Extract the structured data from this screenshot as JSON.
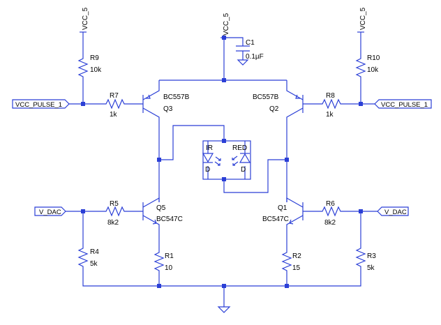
{
  "colors": {
    "wire": "#2b3fd6",
    "text": "#000000",
    "background": "#ffffff"
  },
  "supplies": {
    "vcc_left": "VCC_5",
    "vcc_center": "VCC_5",
    "vcc_right": "VCC_5"
  },
  "flags": {
    "pulse_left": "VCC_PULSE_1",
    "pulse_right": "VCC_PULSE_1",
    "dac_left": "V_DAC",
    "dac_right": "V_DAC"
  },
  "capacitor": {
    "ref": "C1",
    "value": "0.1µF"
  },
  "resistors": {
    "R9": {
      "ref": "R9",
      "value": "10k"
    },
    "R10": {
      "ref": "R10",
      "value": "10k"
    },
    "R7": {
      "ref": "R7",
      "value": "1k"
    },
    "R8": {
      "ref": "R8",
      "value": "1k"
    },
    "R5": {
      "ref": "R5",
      "value": "8k2"
    },
    "R6": {
      "ref": "R6",
      "value": "8k2"
    },
    "R4": {
      "ref": "R4",
      "value": "5k"
    },
    "R3": {
      "ref": "R3",
      "value": "5k"
    },
    "R1": {
      "ref": "R1",
      "value": "10"
    },
    "R2": {
      "ref": "R2",
      "value": "15"
    }
  },
  "transistors": {
    "Q3": {
      "ref": "Q3",
      "model": "BC557B"
    },
    "Q2": {
      "ref": "Q2",
      "model": "BC557B"
    },
    "Q5": {
      "ref": "Q5",
      "model": "BC547C"
    },
    "Q1": {
      "ref": "Q1",
      "model": "BC547C"
    }
  },
  "leds": {
    "ir": {
      "name": "IR",
      "type": "D"
    },
    "red": {
      "name": "RED",
      "type": "D"
    }
  }
}
